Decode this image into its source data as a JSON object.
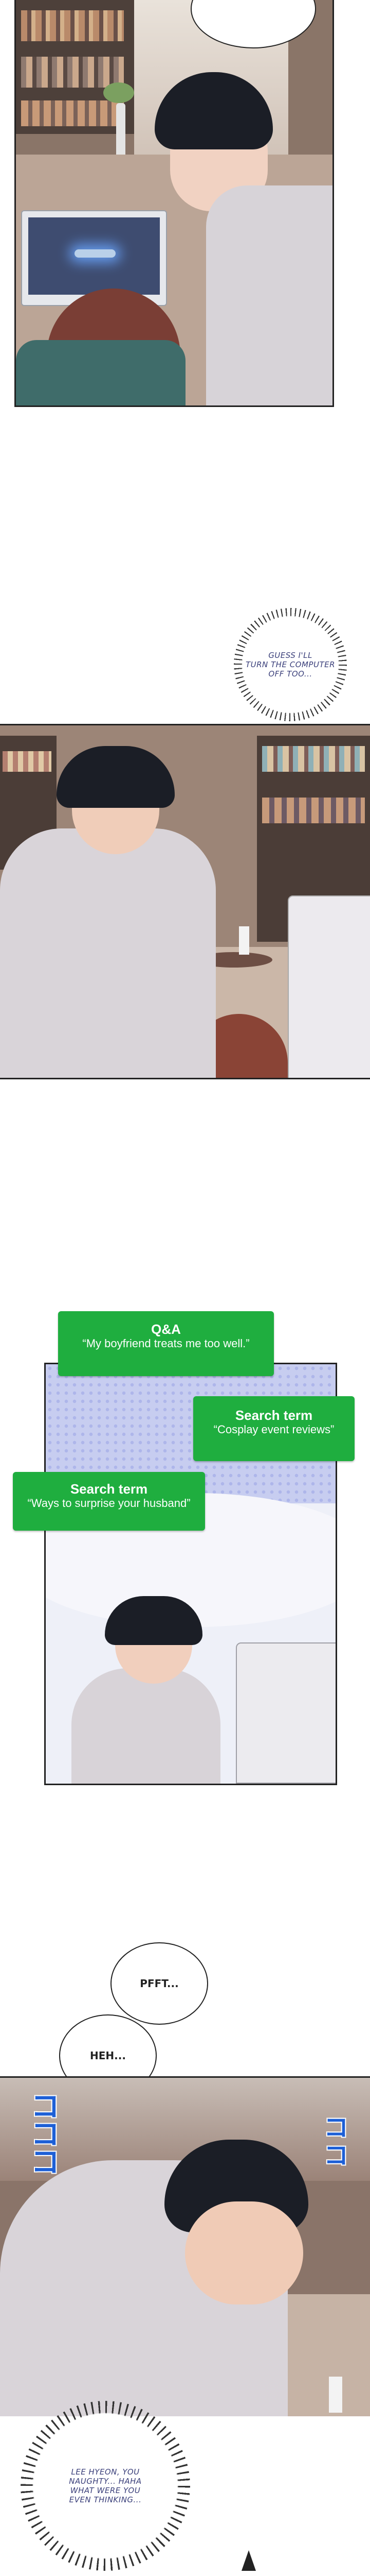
{
  "panel1": {
    "speech_top": ""
  },
  "bubble_computer": {
    "line1": "GUESS I'LL",
    "line2": "TURN THE COMPUTER",
    "line3": "OFF TOO..."
  },
  "search_cards": [
    {
      "title": "Q&A",
      "subtitle": "“My boyfriend treats me too well.”",
      "color": "#1fae3f"
    },
    {
      "title": "Search term",
      "subtitle": "“Cosplay event reviews”",
      "color": "#1fae3f"
    },
    {
      "title": "Search term",
      "subtitle": "“Ways to surprise your husband”",
      "color": "#1fae3f"
    }
  ],
  "bubble_pfft": {
    "text": "PFFT..."
  },
  "bubble_heh": {
    "text": "HEH..."
  },
  "sfx_left": {
    "text": "コ\nコ\nコ"
  },
  "sfx_right": {
    "text": "コ\nコ"
  },
  "bubble_final": {
    "line1": "LEE HYEON, YOU",
    "line2": "NAUGHTY... HAHA",
    "line3": "WHAT WERE YOU",
    "line4": "EVEN THINKING..."
  },
  "colors": {
    "accent_green": "#1fae3f",
    "sfx_blue": "#1d5fd6",
    "text_navy": "#3a3f7a"
  }
}
